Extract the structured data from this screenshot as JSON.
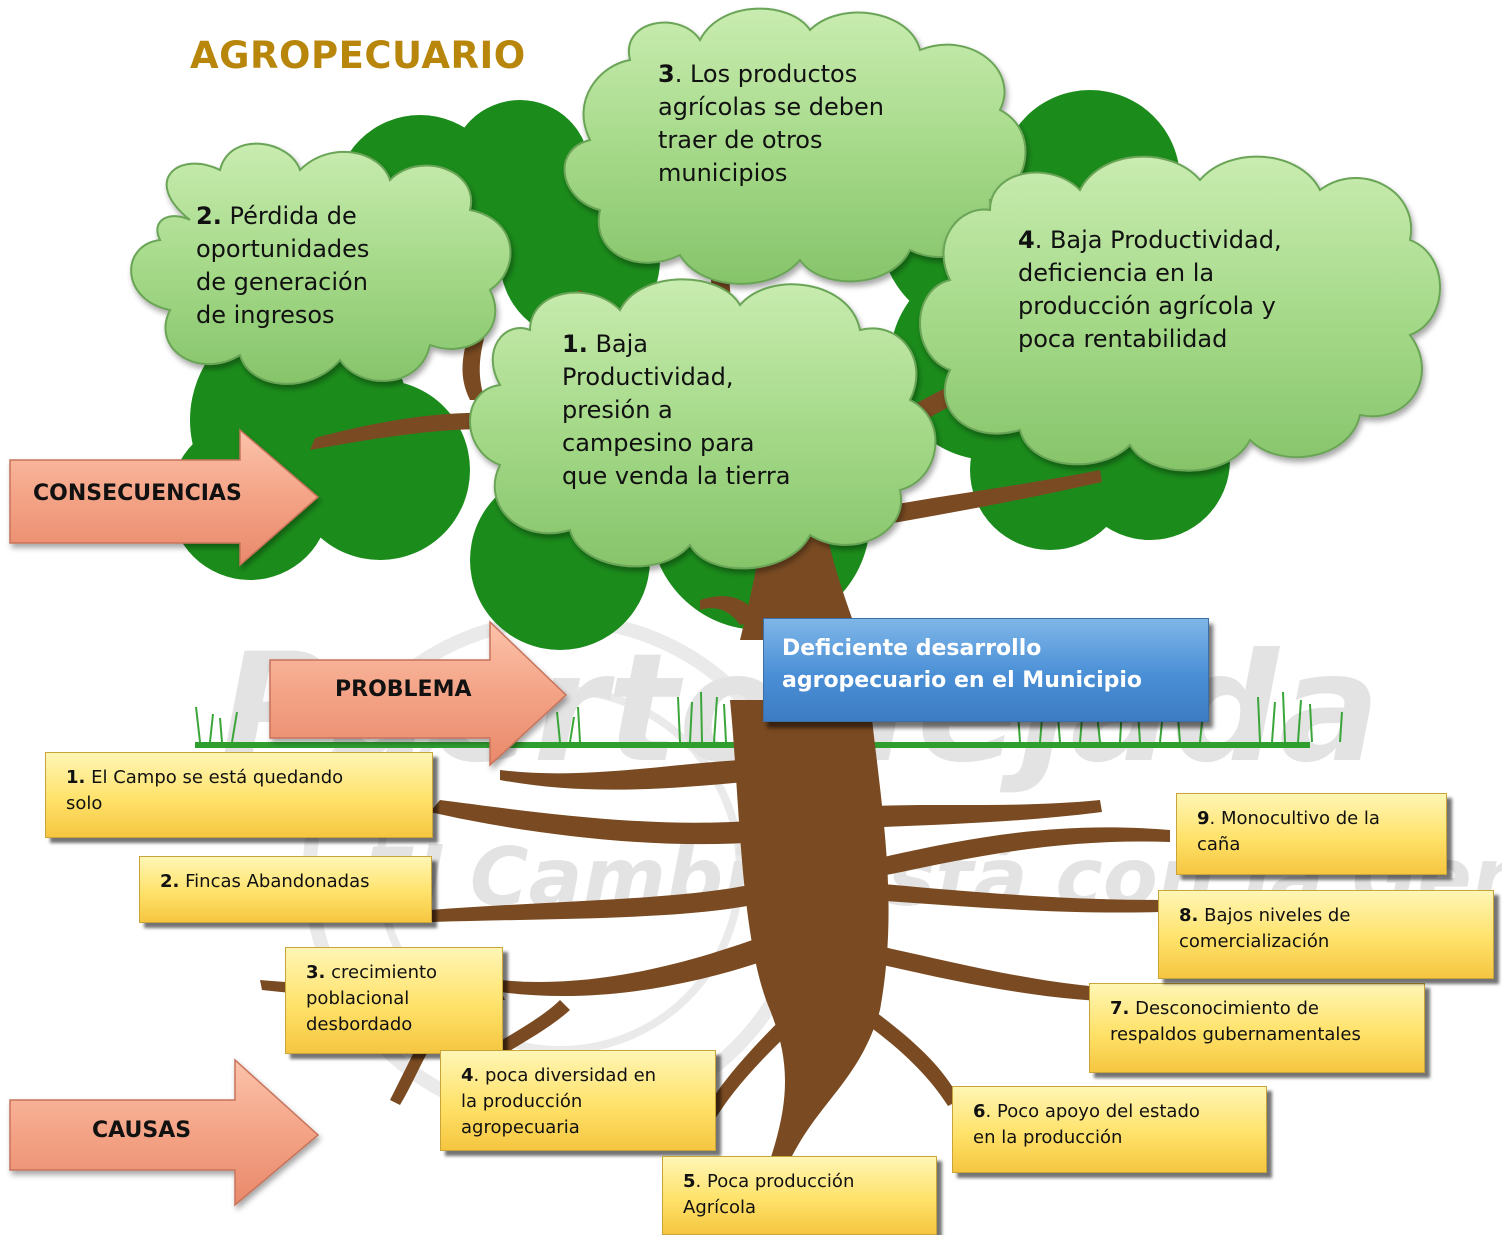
{
  "title": "AGROPECUARIO",
  "watermark": {
    "line1": "Puerto Tejada",
    "line2": "El Cambio está con la Gente"
  },
  "arrows": {
    "consecuencias": "CONSECUENCIAS",
    "problema": "PROBLEMA",
    "causas": "CAUSAS"
  },
  "problem": {
    "line1": "Deficiente desarrollo",
    "line2": "agropecuario en el Municipio"
  },
  "consequences": [
    {
      "num": "1.",
      "sep": " ",
      "lines": [
        "Baja",
        "Productividad,",
        "presión a",
        "campesino para",
        "que venda la tierra"
      ]
    },
    {
      "num": "2.",
      "sep": " ",
      "lines": [
        "Pérdida de",
        "oportunidades",
        "de generación",
        "de ingresos"
      ]
    },
    {
      "num": "3",
      "sep": ". ",
      "lines": [
        "Los productos",
        "agrícolas se deben",
        "traer de otros",
        "municipios"
      ]
    },
    {
      "num": "4",
      "sep": ". ",
      "lines": [
        "Baja Productividad,",
        "deficiencia en la",
        "producción agrícola y",
        "poca rentabilidad"
      ]
    }
  ],
  "causes": [
    {
      "num": "1.",
      "sep": " ",
      "text": "El Campo se está quedando",
      "text2": "solo"
    },
    {
      "num": "2.",
      "sep": " ",
      "text": "Fincas Abandonadas",
      "text2": ""
    },
    {
      "num": "3.",
      "sep": " ",
      "text": "crecimiento",
      "text2": "poblacional",
      "text3": "desbordado"
    },
    {
      "num": "4",
      "sep": ". ",
      "text": "poca diversidad en",
      "text2": "la producción",
      "text3": "agropecuaria"
    },
    {
      "num": "5",
      "sep": ". ",
      "text": "Poca producción",
      "text2": "Agrícola"
    },
    {
      "num": "6",
      "sep": ". ",
      "text": "Poco apoyo del estado",
      "text2": "en la producción"
    },
    {
      "num": "7.",
      "sep": " ",
      "text": "Desconocimiento de",
      "text2": "respaldos gubernamentales"
    },
    {
      "num": "8.",
      "sep": " ",
      "text": "Bajos niveles de",
      "text2": "comercialización"
    },
    {
      "num": "9",
      "sep": ". ",
      "text": "Monocultivo de la",
      "text2": "caña"
    }
  ],
  "colors": {
    "title": "#b8860b",
    "foliage": "#1a8a1a",
    "trunk": "#7a4b22",
    "cloud": "#a9dc8f",
    "arrow": "#f5a080",
    "cause_box": "#ffe26a",
    "problem_box": "#4a8fd6",
    "ground": "#2f9e2f"
  }
}
